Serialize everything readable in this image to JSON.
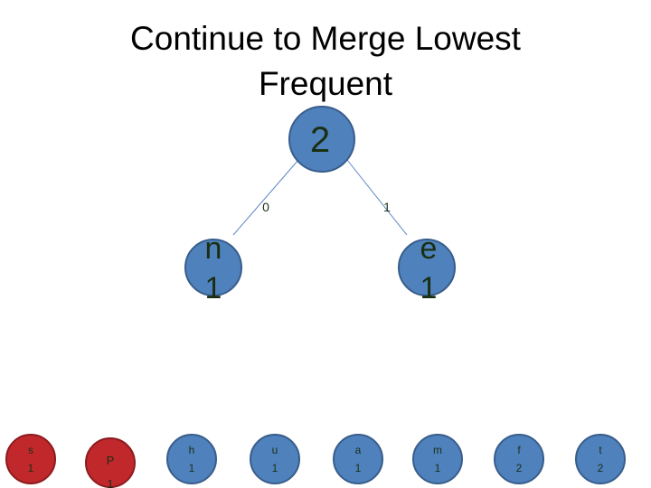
{
  "slide": {
    "title_line1": "Continue to Merge Lowest",
    "title_line2": "Frequent"
  },
  "tree": {
    "root": {
      "label": "2"
    },
    "left_edge_label": "0",
    "right_edge_label": "1",
    "left_child": {
      "symbol": "n",
      "count": "1"
    },
    "right_child": {
      "symbol": "e",
      "count": "1"
    }
  },
  "leaves": [
    {
      "symbol": "s",
      "count": "1",
      "color": "red"
    },
    {
      "symbol": "p",
      "count": "1",
      "color": "red"
    },
    {
      "symbol": "h",
      "count": "1",
      "color": "blue"
    },
    {
      "symbol": "u",
      "count": "1",
      "color": "blue"
    },
    {
      "symbol": "a",
      "count": "1",
      "color": "blue"
    },
    {
      "symbol": "m",
      "count": "1",
      "color": "blue"
    },
    {
      "symbol": "f",
      "count": "2",
      "color": "blue"
    },
    {
      "symbol": "t",
      "count": "2",
      "color": "blue"
    }
  ],
  "colors": {
    "node_fill": "#4f81bd",
    "node_stroke": "#385d8a",
    "leaf_red": "#c0282c",
    "leaf_red_stroke": "#8c1b1e",
    "text_dark": "#1a2f12"
  }
}
